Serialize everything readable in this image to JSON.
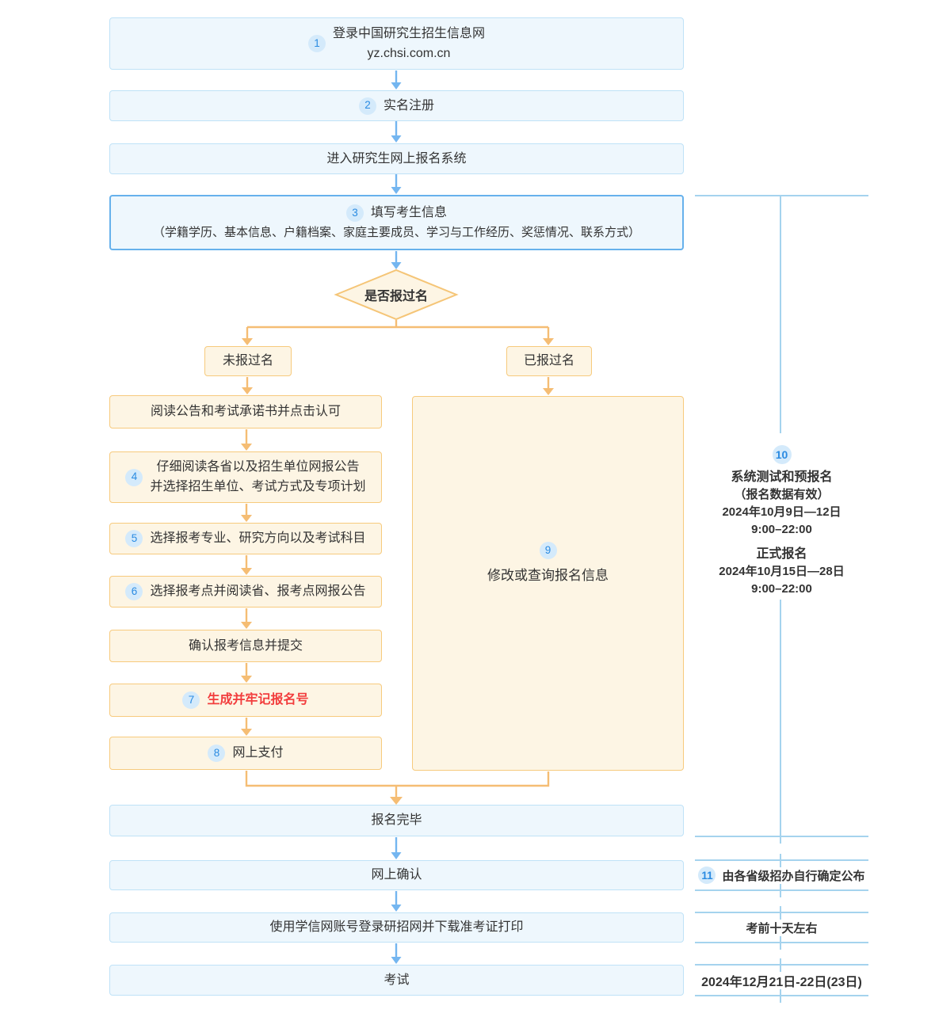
{
  "flow": {
    "top": [
      {
        "badge": "1",
        "title": "登录中国研究生招生信息网",
        "subtitle": "yz.chsi.com.cn"
      },
      {
        "badge": "2",
        "title": "实名注册"
      },
      {
        "title": "进入研究生网上报名系统"
      },
      {
        "badge": "3",
        "title": "填写考生信息",
        "subtitle": "（学籍学历、基本信息、户籍档案、家庭主要成员、学习与工作经历、奖惩情况、联系方式）"
      }
    ],
    "decision": {
      "question": "是否报过名",
      "branch_no": "未报过名",
      "branch_yes": "已报过名"
    },
    "left": [
      {
        "title": "阅读公告和考试承诺书并点击认可"
      },
      {
        "badge": "4",
        "title": "仔细阅读各省以及招生单位网报公告",
        "title2": "并选择招生单位、考试方式及专项计划"
      },
      {
        "badge": "5",
        "title": "选择报考专业、研究方向以及考试科目"
      },
      {
        "badge": "6",
        "title": "选择报考点并阅读省、报考点网报公告"
      },
      {
        "title": "确认报考信息并提交"
      },
      {
        "badge": "7",
        "title": "生成并牢记报名号"
      },
      {
        "badge": "8",
        "title": "网上支付"
      }
    ],
    "right": {
      "badge": "9",
      "title": "修改或查询报名信息"
    },
    "bottom": [
      {
        "title": "报名完毕"
      },
      {
        "title": "网上确认"
      },
      {
        "title": "使用学信网账号登录研招网并下载准考证打印"
      },
      {
        "title": "考试"
      }
    ]
  },
  "sidebar": {
    "schedule": {
      "badge": "10",
      "phase1_title": "系统测试和预报名",
      "phase1_note": "（报名数据有效）",
      "phase1_date": "2024年10月9日—12日",
      "phase1_time": "9:00–22:00",
      "phase2_title": "正式报名",
      "phase2_date": "2024年10月15日—28日",
      "phase2_time": "9:00–22:00"
    },
    "notes": [
      {
        "badge": "11",
        "text": "由各省级招办自行确定公布"
      },
      {
        "text": "考前十天左右"
      },
      {
        "text": "2024年12月21日-22日(23日)"
      }
    ]
  },
  "colors": {
    "accent_blue": "#2a8be2",
    "arrow_blue": "#74b6f0",
    "arrow_orange": "#f5bd74",
    "box_blue_fill": "#eef7fd",
    "box_blue_border": "#bfe2f7",
    "box_blue_border_strong": "#66b1ec",
    "box_orange_fill": "#fdf5e4",
    "box_orange_border": "#f7ca7d",
    "sidebar_line": "#a5d3ee",
    "highlight_red": "#f23d3d",
    "badge_bg": "#d4eafb"
  }
}
